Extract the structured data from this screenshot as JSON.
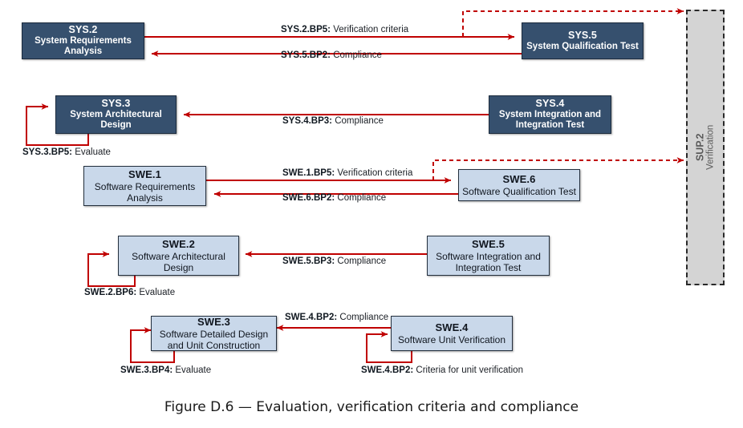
{
  "figure": {
    "caption": "Figure D.6 — Evaluation, verification criteria and compliance",
    "accent_red": "#c00000",
    "node_dark_fill": "#36506e",
    "node_light_fill": "#c9d8ea",
    "sup_fill": "#d4d4d4"
  },
  "nodes": [
    {
      "id": "SYS.2",
      "desc": "System Requirements\nAnalysis",
      "style": "dark"
    },
    {
      "id": "SYS.5",
      "desc": "System Qualification Test",
      "style": "dark"
    },
    {
      "id": "SYS.3",
      "desc": "System Architectural\nDesign",
      "style": "dark"
    },
    {
      "id": "SYS.4",
      "desc": "System Integration and\nIntegration Test",
      "style": "dark"
    },
    {
      "id": "SWE.1",
      "desc": "Software Requirements\nAnalysis",
      "style": "light"
    },
    {
      "id": "SWE.6",
      "desc": "Software Qualification Test",
      "style": "light"
    },
    {
      "id": "SWE.2",
      "desc": "Software Architectural\nDesign",
      "style": "light"
    },
    {
      "id": "SWE.5",
      "desc": "Software Integration and\nIntegration Test",
      "style": "light"
    },
    {
      "id": "SWE.3",
      "desc": "Software Detailed Design\nand Unit Construction",
      "style": "light"
    },
    {
      "id": "SWE.4",
      "desc": "Software Unit Verification",
      "style": "light"
    }
  ],
  "sup": {
    "id": "SUP.2",
    "desc": "Verification"
  },
  "edge_labels": [
    {
      "code": "SYS.2.BP5:",
      "text": "Verification criteria"
    },
    {
      "code": "SYS.5.BP2:",
      "text": "Compliance"
    },
    {
      "code": "SYS.4.BP3:",
      "text": "Compliance"
    },
    {
      "code": "SYS.3.BP5:",
      "text": "Evaluate"
    },
    {
      "code": "SWE.1.BP5:",
      "text": "Verification criteria"
    },
    {
      "code": "SWE.6.BP2:",
      "text": "Compliance"
    },
    {
      "code": "SWE.5.BP3:",
      "text": "Compliance"
    },
    {
      "code": "SWE.2.BP6:",
      "text": "Evaluate"
    },
    {
      "code": "SWE.4.BP2:",
      "text": "Compliance"
    },
    {
      "code": "SWE.3.BP4:",
      "text": "Evaluate"
    },
    {
      "code": "SWE.4.BP2:",
      "text": "Criteria for unit verification"
    }
  ]
}
